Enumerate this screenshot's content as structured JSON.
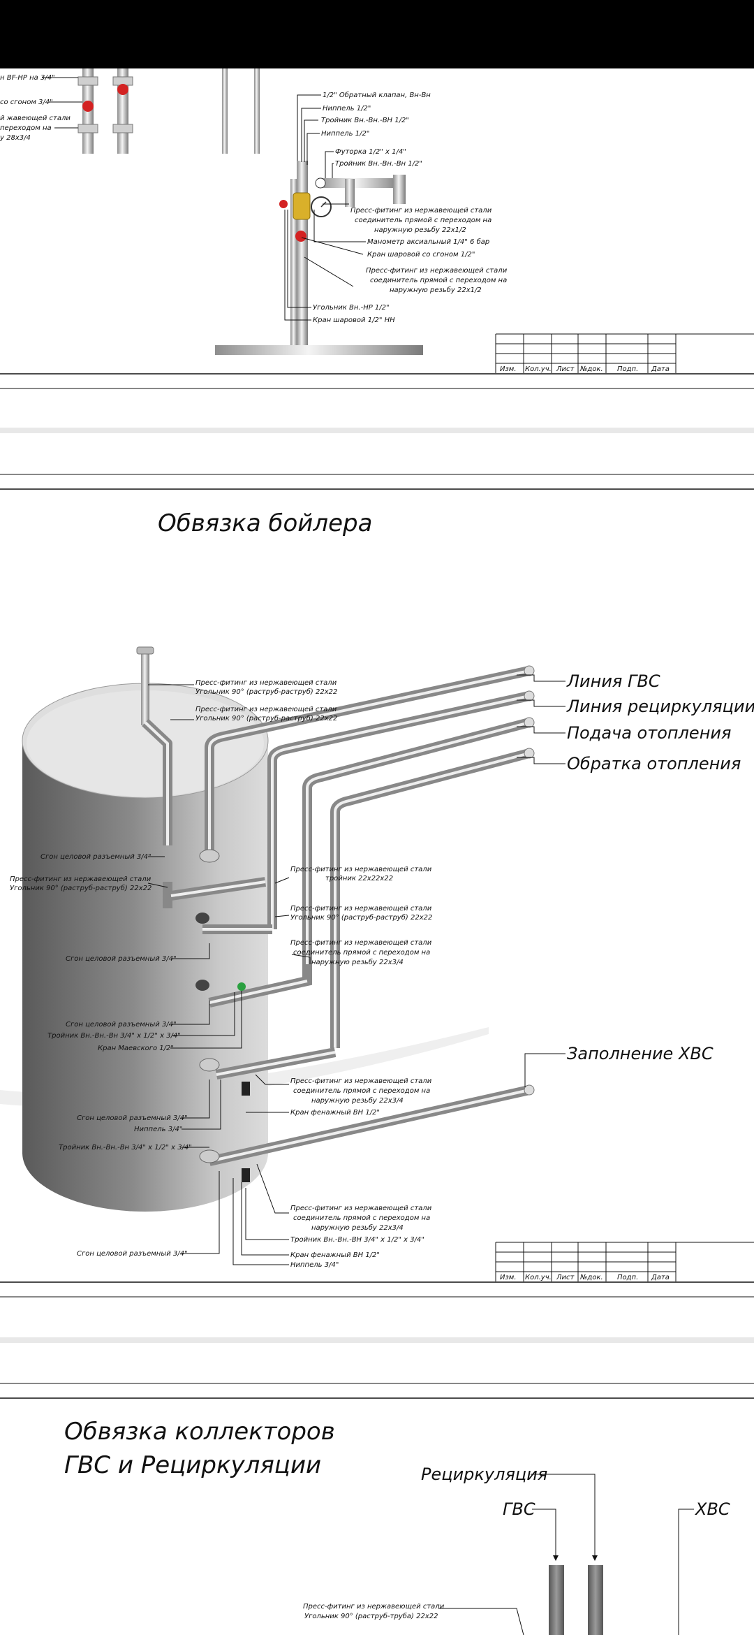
{
  "colors": {
    "top_bar": "#000000",
    "pipe": "#8c8c8c",
    "pipe_highlight": "#f3f3f3",
    "tank_dark": "#545454",
    "tank_light": "#d0d0d0",
    "valve_red": "#d32222",
    "valve_yellow": "#d9b02a",
    "lines": "#111111"
  },
  "sheet1": {
    "left_labels": [
      "н BF-HP на 3/4\"",
      "со сгоном 3/4\"",
      "й жавеющей стали",
      "переходом на",
      "у 28х3/4"
    ],
    "labels": [
      "1/2\" Обратный клапан, Вн-Вн",
      "Ниппель 1/2\"",
      "Тройник Вн.-Вн.-ВН 1/2\"",
      "Ниппель 1/2\"",
      "Футорка 1/2\" х 1/4\"",
      "Тройник Вн.-Вн.-Вн 1/2\"",
      "Пресс-фитинг из нержавеющей стали",
      "соединитель прямой с переходом на",
      "наружную резьбу 22х1/2",
      "Манометр аксиальный 1/4\" 6 бар",
      "Кран шаровой со сгоном 1/2\"",
      "Пресс-фитинг из нержавеющей стали",
      "соединитель прямой с переходом на",
      "наружную резьбу 22х1/2",
      "Угольник Вн.-НР 1/2\"",
      "Кран шаровой 1/2\" НН"
    ],
    "titleblock": [
      "Изм.",
      "Кол.уч.",
      "Лист",
      "№док.",
      "Подп.",
      "Дата"
    ]
  },
  "sheet2": {
    "title": "Обвязка бойлера",
    "big_labels": [
      "Линия ГВС",
      "Линия рециркуляции",
      "Подача отопления",
      "Обратка отопления",
      "Заполнение ХВС"
    ],
    "top_labels": [
      "Пресс-фитинг из нержавеющей стали",
      "Угольник 90° (раструб-раструб) 22х22",
      "Пресс-фитинг из нержавеющей стали",
      "Угольник 90° (раструб-раструб) 22х22"
    ],
    "left_labels": [
      "Сгон целовой разъемный 3/4\"",
      "Пресс-фитинг из нержавеющей стали",
      "Угольник 90° (раструб-раструб) 22х22",
      "Сгон целовой разъемный 3/4\"",
      "Сгон целовой разъемный 3/4\"",
      "Тройник Вн.-Вн.-Вн 3/4\" х 1/2\" х 3/4\"",
      "Кран Маевского 1/2\"",
      "Сгон целовой разъемный 3/4\"",
      "Ниппель 3/4\"",
      "Тройник Вн.-Вн.-Вн 3/4\" х 1/2\" х 3/4\"",
      "Сгон целовой разъемный 3/4\""
    ],
    "right_labels": [
      "Пресс-фитинг из нержавеющей стали",
      "тройник 22х22х22",
      "Пресс-фитинг из нержавеющей стали",
      "Угольник 90° (раструб-раструб) 22х22",
      "Пресс-фитинг из нержавеющей стали",
      "соединитель прямой с переходом на",
      "наружную резьбу 22х3/4",
      "Пресс-фитинг из нержавеющей стали",
      "соединитель прямой с переходом на",
      "наружную резьбу 22х3/4",
      "Кран фенажный ВН 1/2\"",
      "Пресс-фитинг из нержавеющей стали",
      "соединитель прямой с переходом на",
      "наружную резьбу 22х3/4",
      "Тройник Вн.-Вн.-ВН 3/4\" х 1/2\" х 3/4\"",
      "Кран фенажный ВН 1/2\"",
      "Ниппель 3/4\""
    ],
    "titleblock": [
      "Изм.",
      "Кол.уч.",
      "Лист",
      "№док.",
      "Подп.",
      "Дата"
    ]
  },
  "sheet3": {
    "title_line1": "Обвязка коллекторов",
    "title_line2": "ГВС и Рециркуляции",
    "big_labels": [
      "Рециркуляция",
      "ГВС",
      "ХВС"
    ],
    "label_line1": "Пресс-фитинг из нержавеющей стали",
    "label_line2": "Угольник 90° (раструб-труба) 22х22"
  }
}
